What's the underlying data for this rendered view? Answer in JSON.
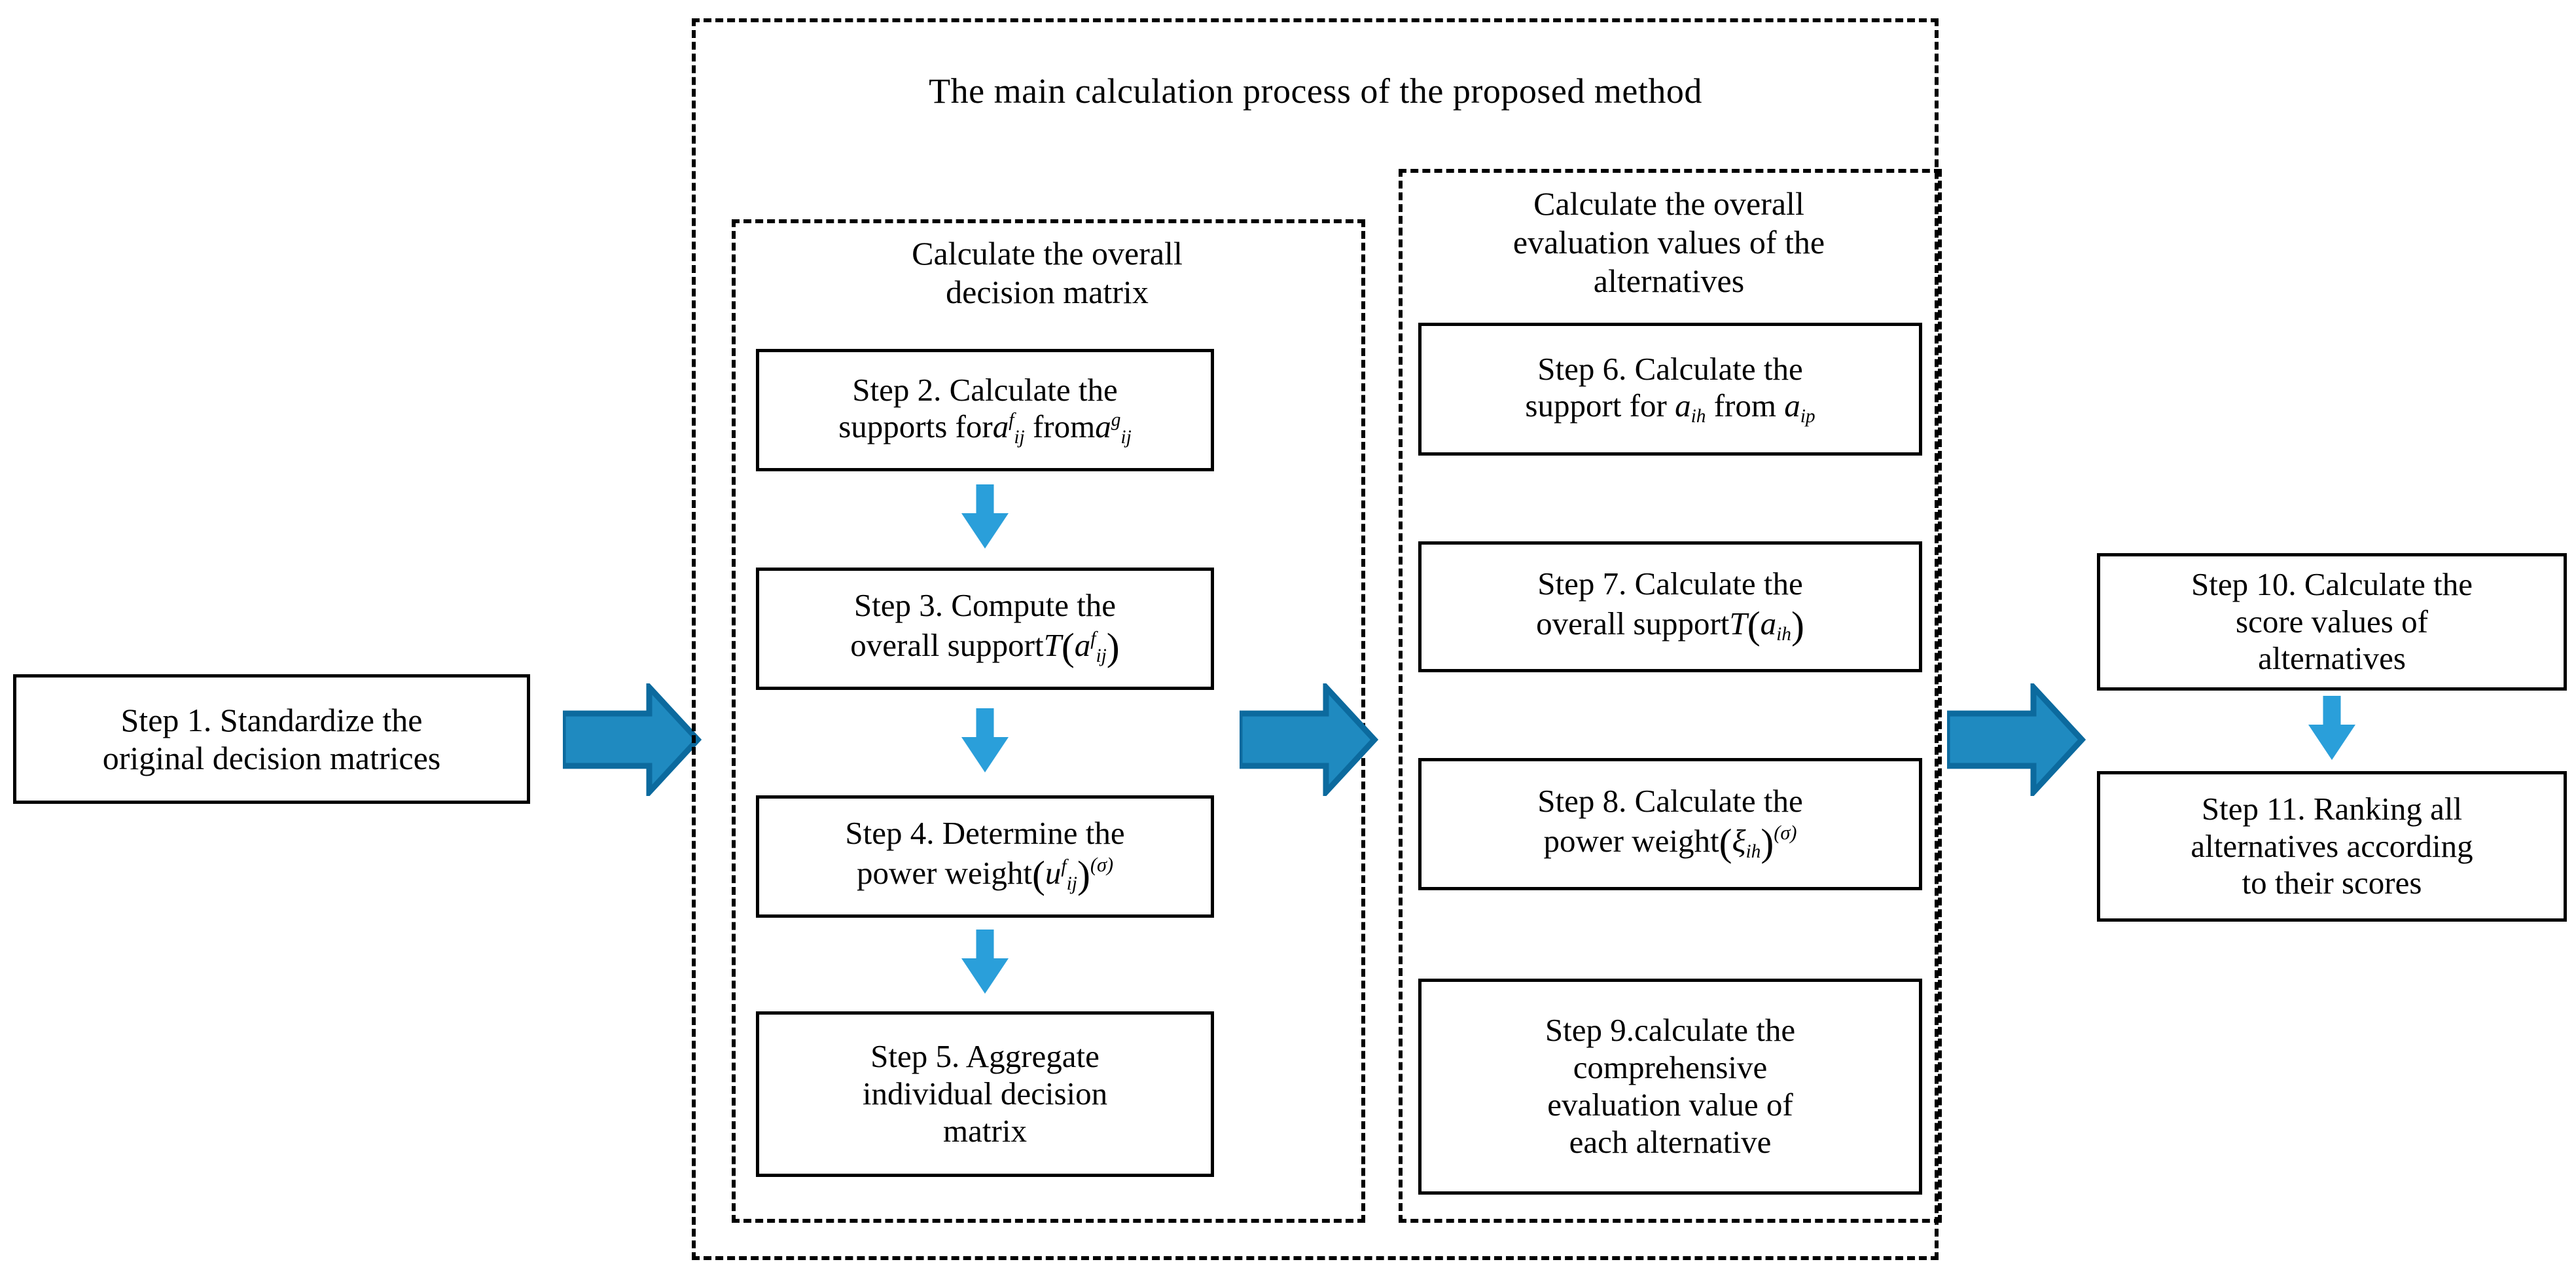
{
  "diagram": {
    "title": "The main calculation process of the proposed method",
    "groups": {
      "left": {
        "title_line1": "Calculate the overall",
        "title_line2": "decision matrix"
      },
      "right": {
        "title_line1": "Calculate the overall",
        "title_line2": "evaluation  values of the",
        "title_line3": "alternatives"
      }
    },
    "steps": {
      "step1": {
        "line1": "Step 1.  Standardize the",
        "line2": "original decision matrices"
      },
      "step2": {
        "line1": "Step 2. Calculate the",
        "line2_pre": "supports for",
        "line2_var1_base": "a",
        "line2_var1_sup": "f",
        "line2_var1_sub": "ij",
        "line2_mid": "from",
        "line2_var2_base": "a",
        "line2_var2_sup": "g",
        "line2_var2_sub": "ij"
      },
      "step3": {
        "line1": "Step 3. Compute the",
        "line2_pre": "overall support",
        "func": "T",
        "arg_base": "a",
        "arg_sup": "f",
        "arg_sub": "ij"
      },
      "step4": {
        "line1": "Step 4. Determine the",
        "line2_pre": "power weight",
        "arg_base": "u",
        "arg_sup": "f",
        "arg_sub": "ij",
        "outer_sup": "(σ)"
      },
      "step5": {
        "line1": "Step 5. Aggregate",
        "line2": "individual decision",
        "line3": "matrix"
      },
      "step6": {
        "line1": "Step 6. Calculate the",
        "line2_pre": "support for",
        "var1_base": "a",
        "var1_sub": "ih",
        "line2_mid": "from",
        "var2_base": "a",
        "var2_sub": "ip"
      },
      "step7": {
        "line1": "Step 7. Calculate the",
        "line2_pre": "overall support",
        "func": "T",
        "arg_base": "a",
        "arg_sub": "ih"
      },
      "step8": {
        "line1": "Step 8. Calculate the",
        "line2_pre": "power weight",
        "arg_base": "ξ",
        "arg_sub": "ih",
        "outer_sup": "(σ)"
      },
      "step9": {
        "line1": "Step 9.calculate the",
        "line2": "comprehensive",
        "line3": "evaluation value of",
        "line4": "each alternative"
      },
      "step10": {
        "line1": "Step 10. Calculate the",
        "line2": "score values of",
        "line3": "alternatives"
      },
      "step11": {
        "line1": "Step 11. Ranking all",
        "line2": "alternatives according",
        "line3": "to their scores"
      }
    },
    "colors": {
      "arrow_fill": "#1f8ac0",
      "arrow_edge": "#0c6a9e",
      "down_arrow": "#2a9fda",
      "line": "#000000",
      "background": "#ffffff"
    }
  }
}
